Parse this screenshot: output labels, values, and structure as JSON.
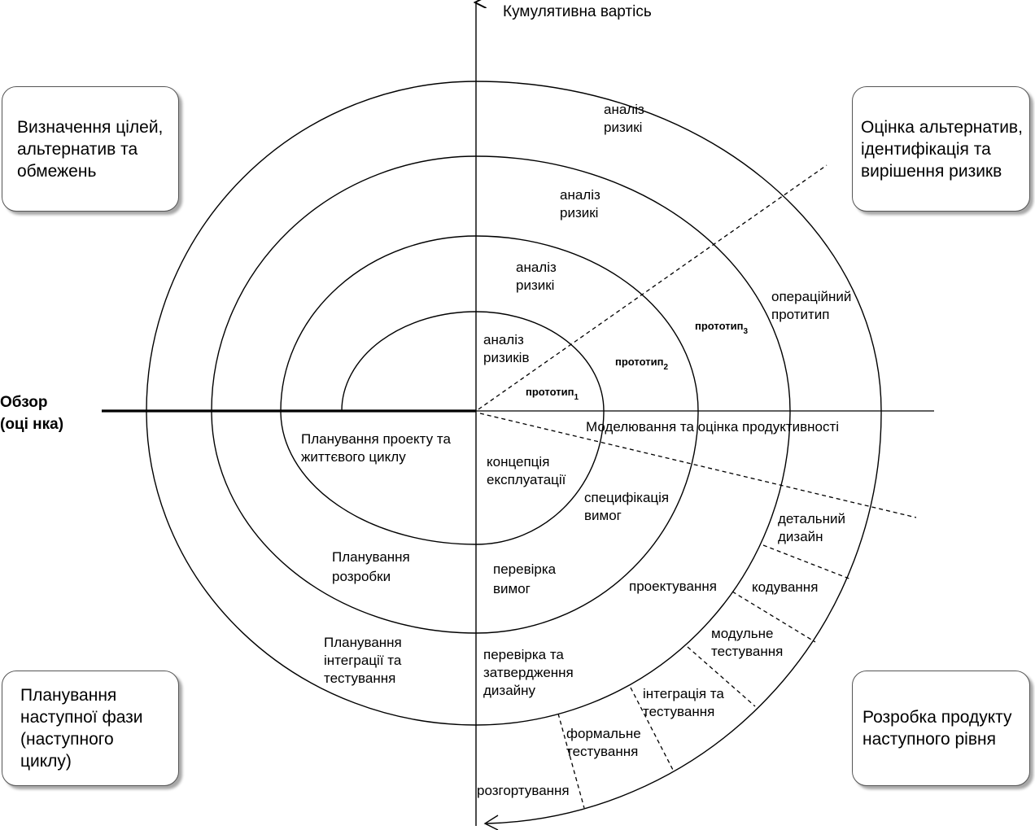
{
  "axis": {
    "vertical_label": "Кумулятивна вартісь",
    "review_label_line1": "Обзор",
    "review_label_line2": "(оці нка)"
  },
  "quadrants": {
    "top_left": [
      "Визначення цілей,",
      "альтернатив та",
      "обмежень"
    ],
    "top_right": [
      "Оцінка альтернатив,",
      "ідентифікація та",
      "вирішення ризикв"
    ],
    "bottom_left": [
      "Планування",
      "наступної фази",
      "(наступного",
      "циклу)"
    ],
    "bottom_right": [
      "Розробка продукту",
      "наступного рівня"
    ]
  },
  "risk_analysis": {
    "r1": [
      "аналіз",
      "ризикі"
    ],
    "r2": [
      "аналіз",
      "ризикі"
    ],
    "r3": [
      "аналіз",
      "ризикі"
    ],
    "r4": [
      "аналіз",
      "ризиків"
    ]
  },
  "prototypes": {
    "p1": "прототип",
    "p1_sub": "1",
    "p2": "прототип",
    "p2_sub": "2",
    "p3": "прототип",
    "p3_sub": "3",
    "operational": [
      "операційний",
      "протитип"
    ]
  },
  "modeling": "Моделювання та оцінка продуктивності",
  "planning": {
    "project": [
      "Планування проекту та",
      "життєвого циклу"
    ],
    "development": [
      "Планування",
      "розробки"
    ],
    "integration": [
      "Планування",
      "інтеграції та",
      "тестування"
    ]
  },
  "development_steps": {
    "concept": [
      "концепція",
      "експлуатації"
    ],
    "requirements_spec": [
      "специфікація",
      "вимог"
    ],
    "requirements_check": [
      "перевірка",
      "вимог"
    ],
    "design": "проектування",
    "design_check": [
      "перевірка та",
      "затвердження",
      "дизайну"
    ],
    "detailed_design": [
      "детальний",
      "дизайн"
    ],
    "coding": "кодування",
    "unit_testing": [
      "модульне",
      "тестування"
    ],
    "integration_testing": [
      "інтеграція та",
      "тестування"
    ],
    "formal_testing": [
      "формальне",
      "тестування"
    ],
    "deployment": "розгортування"
  }
}
